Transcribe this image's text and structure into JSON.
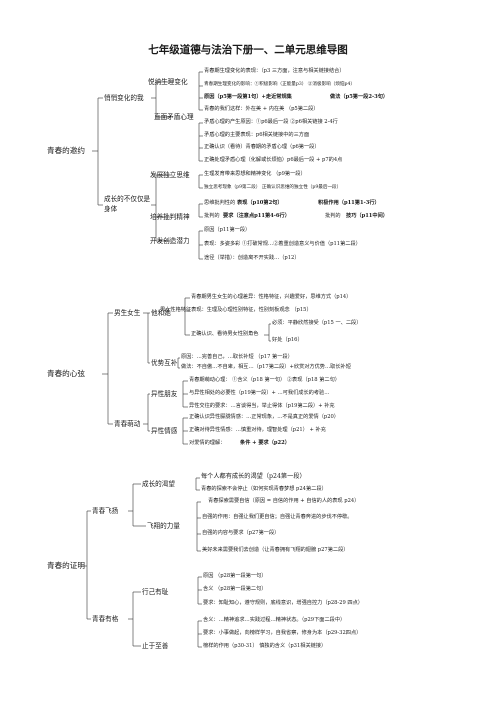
{
  "title": "七年级道德与法治下册一、二单元思维导图",
  "unit1": {
    "root": "青春的邀约",
    "b1": {
      "label": "悄悄变化的我",
      "s1": {
        "label": "悦纳生理变化",
        "items": [
          "青春期生理变化的表现：（p3 三方面，注意与相关链接结合）",
          "青春期生理变化的影响：①积极影响（正能量p3） ②消极影响（烦恼p4）",
          "原因（p5第一段第1句）+走近常规集",
          "做法（p5第一段2-3句）",
          "青春的我们这样：外在美 + 内在美 （p5第二段）"
        ]
      },
      "s2": {
        "label": "直面矛盾心理",
        "items": [
          "矛盾心理的产生原因：①p6最后一段 ②p6相关链接 2-4行",
          "矛盾心理的主要表现：p6相关链接中的三方面",
          "正确认识（看待）青春期的矛盾心理（p6第一段）",
          "正确处理矛盾心理（化解或长烦恼）p6最后一段 + p7的4点"
        ]
      }
    },
    "b2": {
      "label": "成长的不仅仅是身体",
      "s1": {
        "label": "发展独立思维",
        "items": [
          "生理发育带来思想和精神变化 （p9第一段）",
          "独立思考现象（p9第二段） 正确认识思维的独立性（p9最后一段）"
        ]
      },
      "s2": {
        "label": "培养批判精神",
        "items": [
          "思维批判性的",
          "表现（p10第2句）",
          "积极作用（p11第1-3行）",
          "批判的",
          "要求（注意点p11第4-6行）",
          "批判的",
          "技巧（p11中间）"
        ]
      },
      "s3": {
        "label": "开发创造潜力",
        "items": [
          "原因（p11第一段）",
          "表现：多姿多彩 ①打破常规…②着重创造意义与价值（p11第二段）",
          "途径（举措）：创造离不开实践…（p12）"
        ]
      }
    }
  },
  "unit2": {
    "root": "青春的心弦",
    "b1": {
      "label": "男生女生",
      "s1": {
        "label": "他和她",
        "items": [
          "青春期男生女生的心理差异：性格特征，兴趣爱好，思维方式（p14）",
          "男女性格特征表现：生理及心理性别特征，性别刻板观念 （p15）",
          "必须：平静欣然接受（p15 一、二段）",
          "正确认识、看待男女性别角色",
          "好处（p16）"
        ]
      },
      "s2": {
        "label": "优势互补",
        "items": [
          "原因：…完善自己，…取长补短 （p17 第一段）",
          "做法：不自傲…不自卑，相互…（p17第二段）+欣赏对方优势…取长补短"
        ]
      }
    },
    "b2": {
      "label": "青春萌动",
      "s1": {
        "label": "异性朋友",
        "items": [
          "青春期萌动心理： ①含义（p18 第一句） ②表现（p18 第二句）",
          "与异性相处的必要性（p19第一段）+ …可我们成长的考验…",
          "异性交往的要求：…言谈得当，举止得体（p19第二段）+ 补充"
        ]
      },
      "s2": {
        "label": "异性情感",
        "items": [
          "正确认识异性朦胧情感：…正常现象，…不是真正的爱情（p20）",
          "正确对待异性情感：…慎重对待，理智处理（p21） + 补充",
          "对爱情的理解：",
          "条件 + 要求（p22）"
        ]
      }
    }
  },
  "unit3": {
    "root": "青春的证明",
    "b1": {
      "label": "青春飞扬",
      "s1": {
        "label": "成长的渴望",
        "items": [
          "每个人都有成长的渴望（p24第一段）",
          "青春的探索不会停止（如何实现青春梦想 p24第二段）"
        ]
      },
      "s2": {
        "label": "飞翔的力量",
        "items": [
          "青春探索需要自信（原因 = 自信的作用 + 自信的人的表现 p24）",
          "自强的作用：自强让我们更自信；自强让青春奔进的步伐不停歇。",
          "自强的内容与要求（p27第一段）",
          "美好未来需要我们去创造（让青春拥有飞翔的翅膀 p27第二段）"
        ]
      }
    },
    "b2": {
      "label": "青春有格",
      "s1": {
        "label": "行己有耻",
        "items": [
          "原因 （p28第一段第一句）",
          "含义 （p28第一段第二句）",
          "要求：知耻知心，遵守规则，底线意识，增强自控力（p28-29 四点）"
        ]
      },
      "s2": {
        "label": "止于至善",
        "items": [
          "含义：…精神追求…实践过程…精神状态。（p29下面二段中）",
          "要求：小事做起，向榜样学习，自我省察，修身为本（p29-32四点）",
          "榜样的作用（p30-31） 慎独的含义（p31相关链接）"
        ]
      }
    }
  }
}
